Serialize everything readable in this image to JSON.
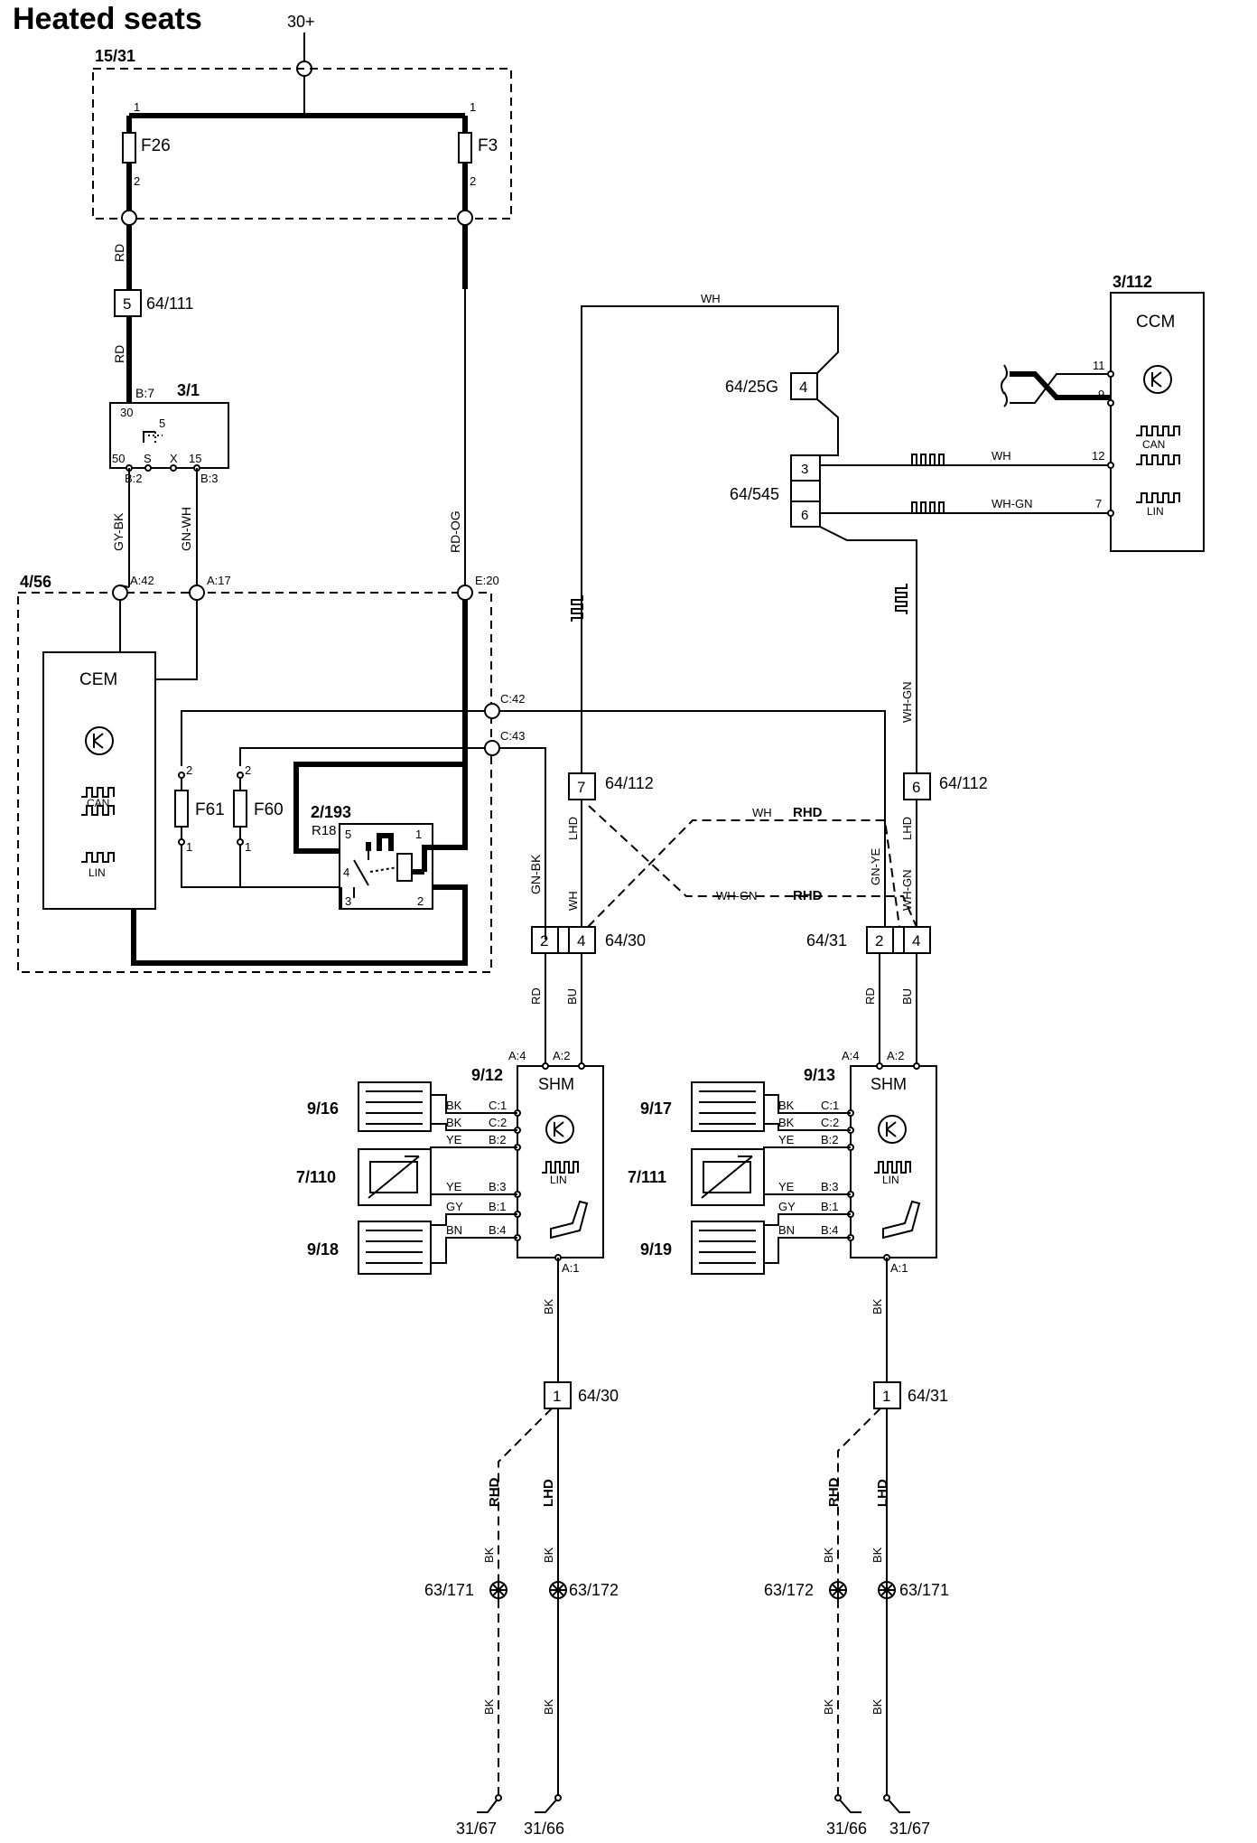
{
  "title": "Heated seats",
  "supply": "30+",
  "fuse_box": {
    "id": "15/31",
    "fuses": [
      {
        "name": "F26",
        "pin_in": "1",
        "pin_out": "2"
      },
      {
        "name": "F3",
        "pin_in": "1",
        "pin_out": "2"
      }
    ]
  },
  "ignition_switch": {
    "id": "3/1",
    "pin_in": "B:7",
    "pin_30": "30",
    "contact_5": "5",
    "pins": [
      "50",
      "S",
      "X",
      "15"
    ],
    "out_pins": [
      "B:2",
      "B:3"
    ]
  },
  "cem": {
    "id": "4/56",
    "name": "CEM",
    "can": "CAN",
    "lin": "LIN",
    "pins": [
      "A:42",
      "A:17",
      "E:20",
      "C:42",
      "C:43"
    ],
    "fuses": [
      {
        "name": "F61",
        "p1": "1",
        "p2": "2"
      },
      {
        "name": "F60",
        "p1": "1",
        "p2": "2"
      }
    ],
    "relay": {
      "id": "2/193",
      "name": "R18",
      "pins": [
        "5",
        "1",
        "4",
        "3",
        "2"
      ]
    }
  },
  "ccm": {
    "id": "3/112",
    "name": "CCM",
    "can": "CAN",
    "lin": "LIN",
    "pins": [
      "11",
      "9",
      "12",
      "7"
    ]
  },
  "connectors": {
    "c64_111": {
      "id": "64/111",
      "pin": "5"
    },
    "c64_25g": {
      "id": "64/25G",
      "pin": "4"
    },
    "c64_545": {
      "id": "64/545",
      "pins": [
        "3",
        "6"
      ]
    },
    "c64_112_l": {
      "id": "64/112",
      "pin": "7"
    },
    "c64_112_r": {
      "id": "64/112",
      "pin": "6"
    },
    "c64_30": {
      "id": "64/30",
      "pins": [
        "2",
        "4"
      ]
    },
    "c64_31": {
      "id": "64/31",
      "pins": [
        "2",
        "4"
      ]
    },
    "c64_30_gnd": {
      "id": "64/30",
      "pin": "1"
    },
    "c64_31_gnd": {
      "id": "64/31",
      "pin": "1"
    }
  },
  "wire_colors": {
    "rd": "RD",
    "rd_og": "RD-OG",
    "gy_bk": "GY-BK",
    "gn_wh": "GN-WH",
    "wh": "WH",
    "wh_gn": "WH-GN",
    "gn_bk": "GN-BK",
    "gn_ye": "GN-YE",
    "bu": "BU",
    "bk": "BK",
    "ye": "YE",
    "gy": "GY",
    "bn": "BN"
  },
  "variants": {
    "lhd": "LHD",
    "rhd": "RHD"
  },
  "shm_left": {
    "id": "9/12",
    "name": "SHM",
    "lin": "LIN",
    "pins": [
      "A:4",
      "A:2",
      "C:1",
      "C:2",
      "B:2",
      "B:3",
      "B:1",
      "B:4",
      "A:1"
    ],
    "cushion": "9/16",
    "sensor": "7/110",
    "backrest": "9/18"
  },
  "shm_right": {
    "id": "9/13",
    "name": "SHM",
    "lin": "LIN",
    "pins": [
      "A:4",
      "A:2",
      "C:1",
      "C:2",
      "B:2",
      "B:3",
      "B:1",
      "B:4",
      "A:1"
    ],
    "cushion": "9/17",
    "sensor": "7/111",
    "backrest": "9/19"
  },
  "grounds": {
    "left": {
      "splice_rhd": "63/171",
      "splice_lhd": "63/172",
      "gnd_rhd": "31/67",
      "gnd_lhd": "31/66"
    },
    "right": {
      "splice_rhd": "63/172",
      "splice_lhd": "63/171",
      "gnd_rhd": "31/66",
      "gnd_lhd": "31/67"
    }
  }
}
